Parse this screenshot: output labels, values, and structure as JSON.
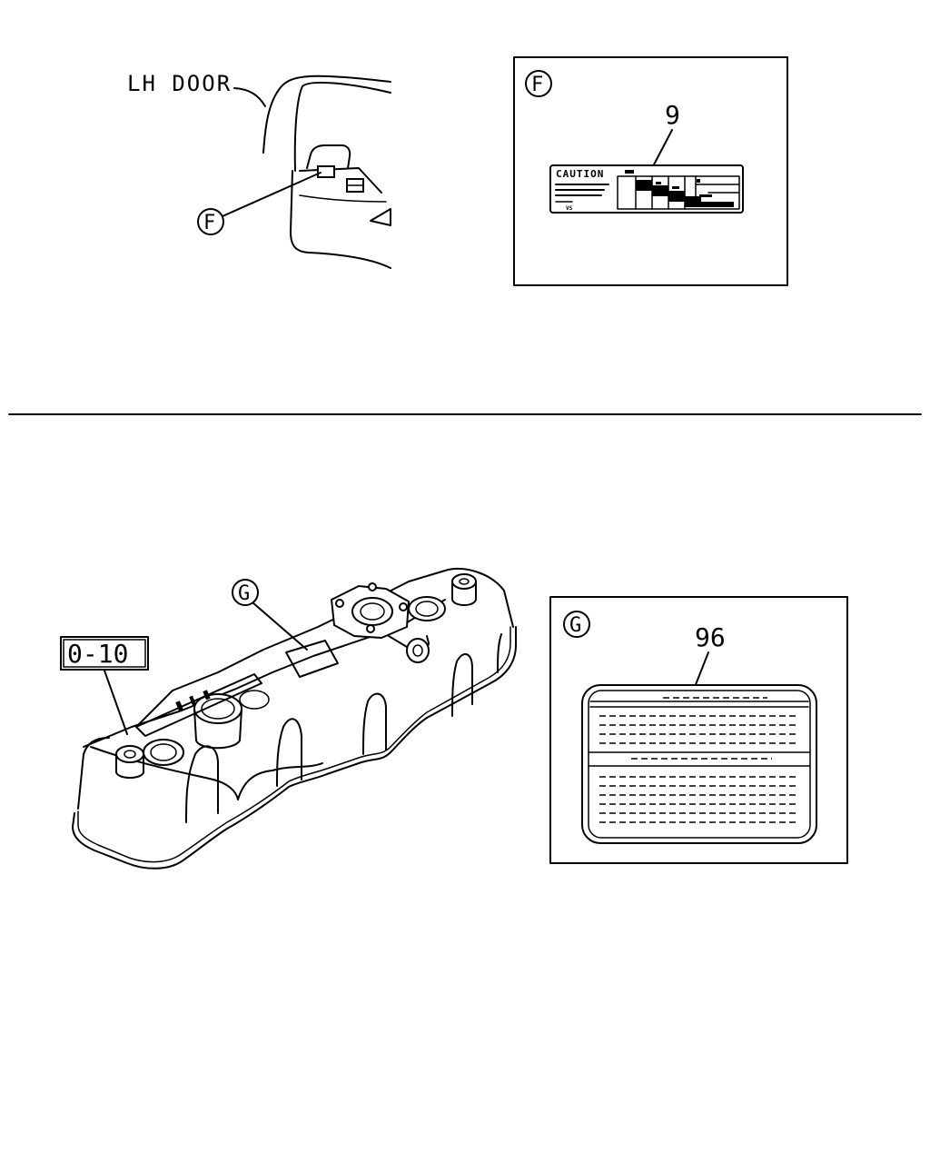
{
  "top_left": {
    "door_label": "LH DOOR",
    "callout_letter": "F"
  },
  "detail_f": {
    "callout_letter": "F",
    "part_number": "9",
    "label_heading": "CAUTION",
    "label_small_text": "VS"
  },
  "bottom_left": {
    "reference_box": "0-10",
    "callout_letter": "G"
  },
  "detail_g": {
    "callout_letter": "G",
    "part_number": "96"
  }
}
